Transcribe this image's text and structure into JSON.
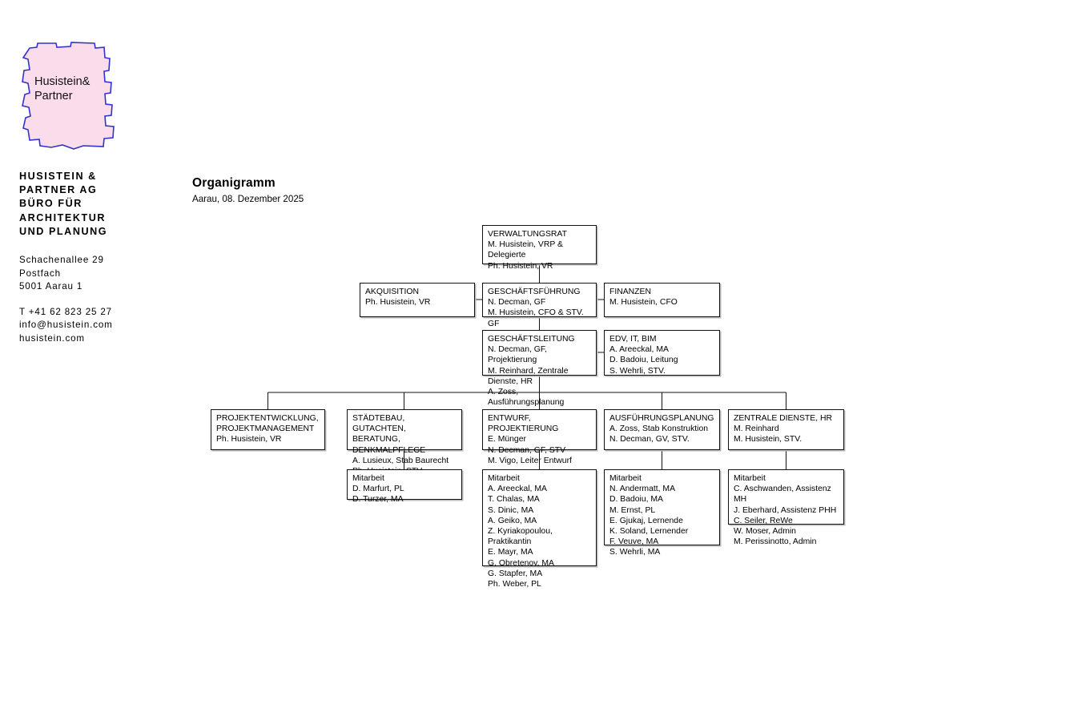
{
  "letterhead": {
    "logo_text": "Husistein&\nPartner",
    "logo_fill": "#fadceb",
    "logo_stroke": "#3333cc",
    "company_name": "HUSISTEIN &\nPARTNER AG\nBÜRO FÜR\nARCHITEKTUR\nUND PLANUNG",
    "address": "Schachenallee 29\nPostfach\n5001 Aarau 1",
    "contact": "T +41 62 823 25 27\ninfo@husistein.com\nhusistein.com"
  },
  "heading": {
    "title": "Organigramm",
    "subtitle": "Aarau, 08. Dezember 2025"
  },
  "chart": {
    "nodes": [
      {
        "id": "verwaltungsrat",
        "title": "VERWALTUNGSRAT",
        "people": "M. Husistein, VRP & Delegierte\nPh. Husistein, VR"
      },
      {
        "id": "akquisition",
        "title": "AKQUISITION",
        "people": "Ph. Husistein, VR"
      },
      {
        "id": "geschaeftsfuehrung",
        "title": "GESCHÄFTSFÜHRUNG",
        "people": "N. Decman, GF\nM. Husistein, CFO & STV. GF"
      },
      {
        "id": "finanzen",
        "title": "FINANZEN",
        "people": "M. Husistein, CFO"
      },
      {
        "id": "geschaeftsleitung",
        "title": "GESCHÄFTSLEITUNG",
        "people": "N. Decman, GF, Projektierung\nM. Reinhard, Zentrale Dienste, HR\nA. Zoss, Ausführungsplanung"
      },
      {
        "id": "edv-it-bim",
        "title": "EDV, IT, BIM",
        "people": "A. Areeckal, MA\nD. Badoiu, Leitung\nS. Wehrli, STV."
      },
      {
        "id": "projektentwicklung",
        "title": "PROJEKTENTWICKLUNG,\nPROJEKTMANAGEMENT",
        "people": "Ph. Husistein, VR"
      },
      {
        "id": "staedtebau",
        "title": "STÄDTEBAU, GUTACHTEN,\nBERATUNG, DENKMALPFLEGE",
        "people": "A. Lusieux, Stab Baurecht\nPh. Husistein, STV."
      },
      {
        "id": "entwurf",
        "title": "ENTWURF, PROJEKTIERUNG",
        "people": "E. Münger\nN. Decman, GF, STV\nM. Vigo, Leiter Entwurf"
      },
      {
        "id": "ausfuehrungsplanung",
        "title": "AUSFÜHRUNGSPLANUNG",
        "people": "A. Zoss, Stab Konstruktion\nN. Decman, GV, STV."
      },
      {
        "id": "zentrale-dienste",
        "title": "ZENTRALE DIENSTE, HR",
        "people": "M. Reinhard\nM. Husistein, STV."
      },
      {
        "id": "mitarbeit-staedtebau",
        "title": "Mitarbeit",
        "people": "D. Marfurt, PL\nD. Turzer, MA"
      },
      {
        "id": "mitarbeit-entwurf",
        "title": "Mitarbeit",
        "people": "A. Areeckal, MA\nT. Chalas, MA\nS. Dinic, MA\nA. Geiko, MA\nZ. Kyriakopoulou, Praktikantin\nE. Mayr, MA\nG. Obretenov, MA\nG. Stapfer, MA\nPh. Weber, PL"
      },
      {
        "id": "mitarbeit-ausfuehrung",
        "title": "Mitarbeit",
        "people": "N. Andermatt, MA\nD. Badoiu, MA\nM. Ernst, PL\nE. Gjukaj, Lernende\nK. Soland, Lernender\nF. Veuve, MA\nS. Wehrli, MA"
      },
      {
        "id": "mitarbeit-zentrale",
        "title": "Mitarbeit",
        "people": "C. Aschwanden, Assistenz MH\nJ. Eberhard, Assistenz PHH\nC. Seiler, ReWe\nW. Moser, Admin\nM. Perissinotto, Admin"
      }
    ]
  }
}
